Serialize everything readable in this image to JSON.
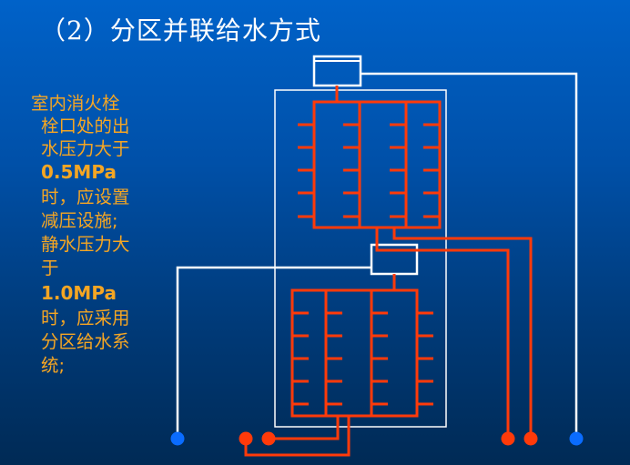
{
  "title": "（2）分区并联给水方式",
  "note_lines": [
    "室内消火栓",
    "栓口处的出",
    "水压力大于",
    "0.5MPa",
    "时，应设置",
    "减压设施;",
    "静水压力大",
    "于",
    "1.0MPa",
    "时，应采用",
    "分区给水系",
    "统;"
  ],
  "colors": {
    "supply_pipe": "#ff3a0a",
    "return_pipe": "#ffffff",
    "text": "#f5a623",
    "inlet_blue": "#0a6cff"
  }
}
